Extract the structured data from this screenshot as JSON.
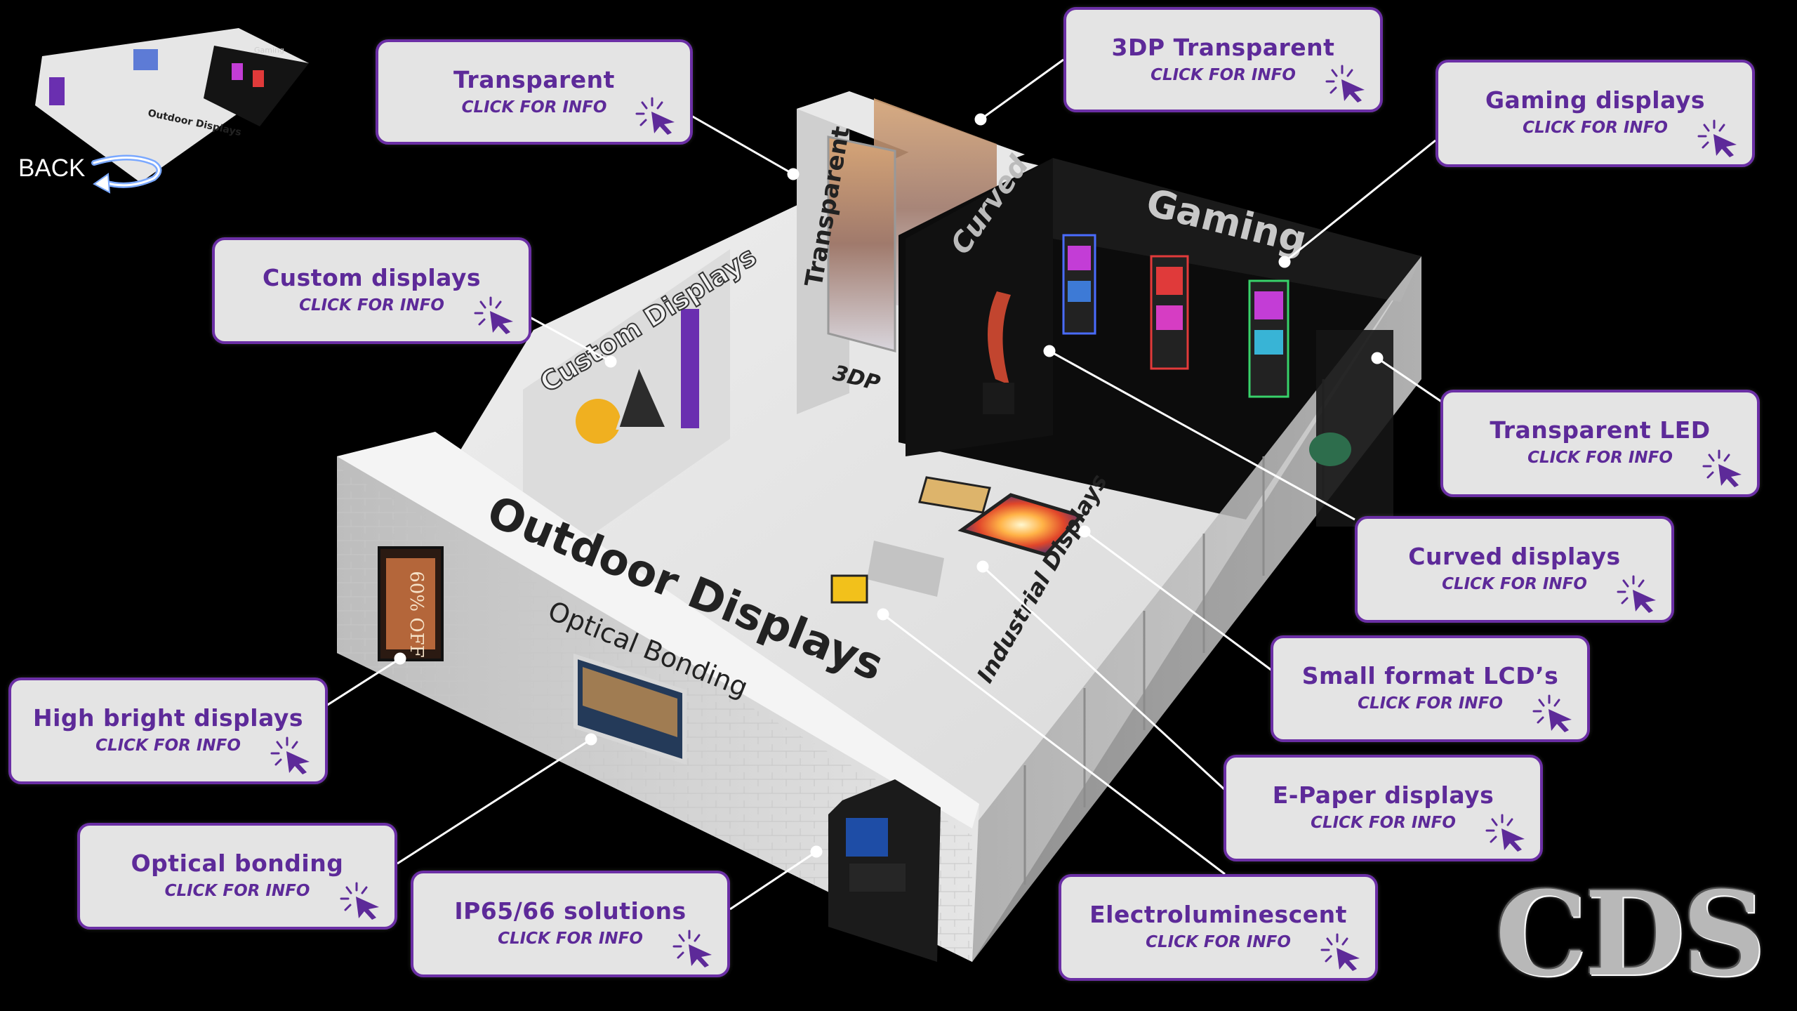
{
  "navigation": {
    "back_label": "BACK"
  },
  "brand": {
    "logo_text": "CDS"
  },
  "booth_signs": {
    "transparent": "Transparent",
    "curved": "Curved",
    "gaming": "Gaming",
    "custom": "Custom Displays",
    "outdoor": "Outdoor Displays",
    "optical": "Optical Bonding",
    "industrial": "Industrial Displays",
    "threedp": "3DP",
    "sale_poster": "60% OFF"
  },
  "minimap_signs": {
    "outdoor": "Outdoor Displays",
    "gaming": "Gaming"
  },
  "hotspots": {
    "transparent": {
      "title": "Transparent",
      "subtitle": "CLICK FOR INFO"
    },
    "threedp": {
      "title": "3DP Transparent",
      "subtitle": "CLICK FOR INFO"
    },
    "gaming": {
      "title": "Gaming displays",
      "subtitle": "CLICK FOR INFO"
    },
    "custom": {
      "title": "Custom displays",
      "subtitle": "CLICK FOR INFO"
    },
    "transparent_led": {
      "title": "Transparent LED",
      "subtitle": "CLICK FOR INFO"
    },
    "curved": {
      "title": "Curved displays",
      "subtitle": "CLICK FOR INFO"
    },
    "small_lcd": {
      "title": "Small format LCD’s",
      "subtitle": "CLICK FOR INFO"
    },
    "epaper": {
      "title": "E-Paper displays",
      "subtitle": "CLICK FOR INFO"
    },
    "electro": {
      "title": "Electroluminescent",
      "subtitle": "CLICK FOR INFO"
    },
    "high_bright": {
      "title": "High bright displays",
      "subtitle": "CLICK FOR INFO"
    },
    "optical": {
      "title": "Optical bonding",
      "subtitle": "CLICK FOR INFO"
    },
    "ip65": {
      "title": "IP65/66 solutions",
      "subtitle": "CLICK FOR INFO"
    }
  },
  "colors": {
    "accent_purple": "#6b2fa5",
    "label_text": "#5d2a99",
    "card_bg": "#e4e4e4",
    "background": "#000000"
  }
}
